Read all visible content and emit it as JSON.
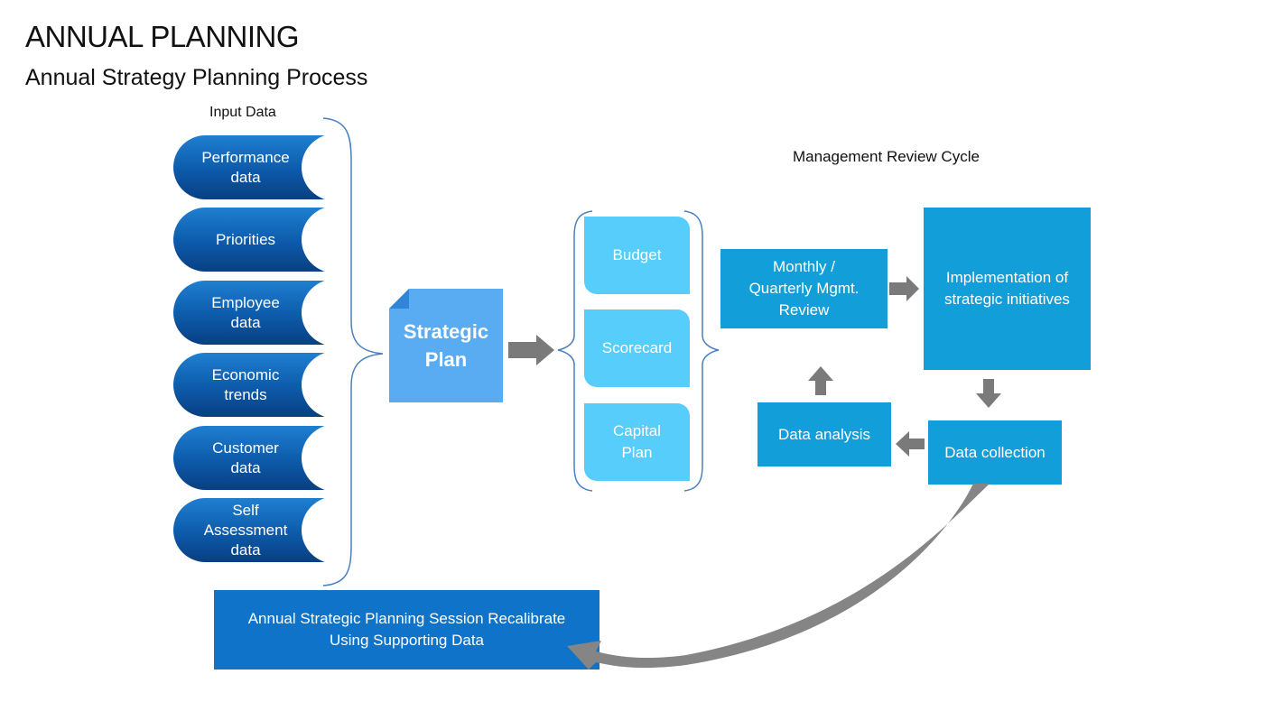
{
  "header": {
    "title": "ANNUAL PLANNING",
    "subtitle": "Annual Strategy Planning Process"
  },
  "input_section": {
    "label": "Input Data",
    "items": [
      {
        "label": "Performance\ndata"
      },
      {
        "label": "Priorities"
      },
      {
        "label": "Employee\ndata"
      },
      {
        "label": "Economic\ntrends"
      },
      {
        "label": "Customer\ndata"
      },
      {
        "label": "Self\nAssessment\ndata"
      }
    ]
  },
  "strategic_plan": {
    "label": "Strategic\nPlan"
  },
  "deliverables": [
    {
      "label": "Budget"
    },
    {
      "label": "Scorecard"
    },
    {
      "label": "Capital\nPlan"
    }
  ],
  "review_cycle": {
    "label": "Management Review Cycle",
    "review": "Monthly /\nQuarterly Mgmt.\nReview",
    "implementation": "Implementation of\nstrategic initiatives",
    "data_collection": "Data collection",
    "data_analysis": "Data analysis"
  },
  "annual_session": {
    "label": "Annual Strategic Planning Session Recalibrate\nUsing Supporting Data"
  },
  "colors": {
    "input_pill": "#0d5aaa",
    "strategic_plan": "#5aacf2",
    "deliverable": "#56cdfb",
    "cycle_box": "#129ed9",
    "annual_box": "#0f74c9",
    "arrow": "#7a7a7a",
    "bracket": "#4a7fc0"
  }
}
